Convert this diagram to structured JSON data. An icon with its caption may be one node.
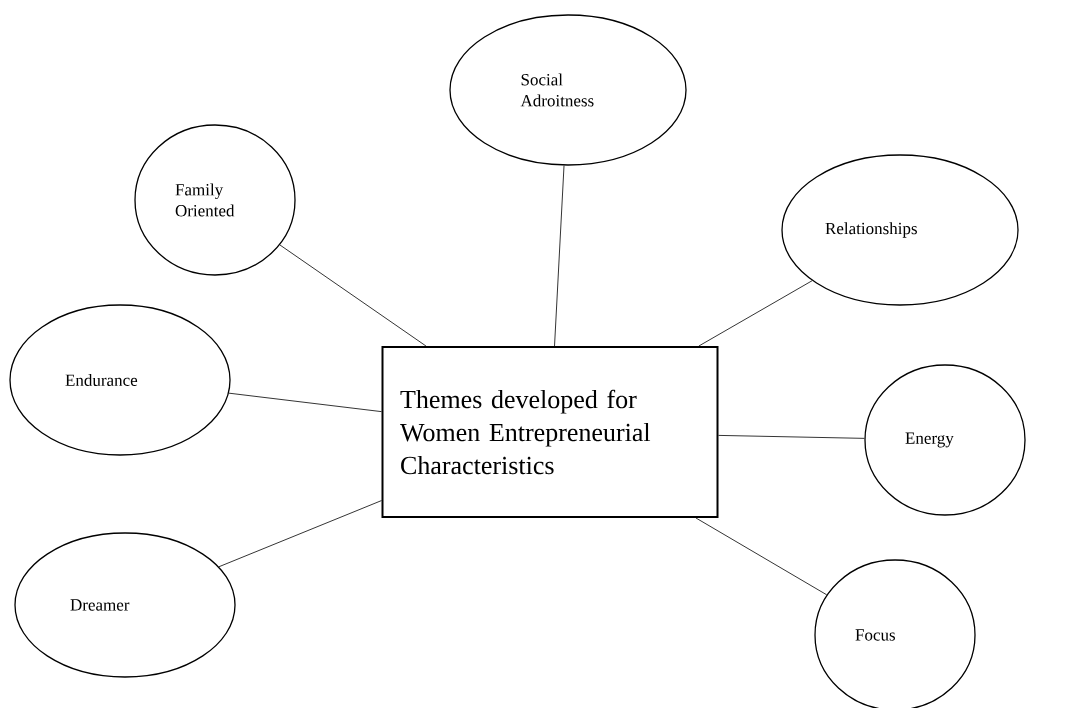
{
  "diagram": {
    "nodes": [
      {
        "text": [
          "Social Adroitness"
        ]
      },
      {
        "text": [
          "Family Oriented"
        ]
      },
      {
        "text": [
          "Relationships"
        ]
      },
      {
        "text": [
          "Endurance"
        ]
      },
      {
        "text": [
          "Themes developed for Women Entrepreneurial Characteristics"
        ]
      },
      {
        "text": [
          "Energy"
        ]
      },
      {
        "text": [
          "Dreamer"
        ]
      },
      {
        "text": [
          "Focus"
        ]
      }
    ],
    "edges": [
      {
        "from": 4,
        "to": 0,
        "arrow": "none"
      },
      {
        "from": 4,
        "to": 1,
        "arrow": "none"
      },
      {
        "from": 4,
        "to": 2,
        "arrow": "none"
      },
      {
        "from": 4,
        "to": 3,
        "arrow": "none"
      },
      {
        "from": 4,
        "to": 5,
        "arrow": "none"
      },
      {
        "from": 4,
        "to": 6,
        "arrow": "none"
      },
      {
        "from": 4,
        "to": 7,
        "arrow": "none"
      }
    ]
  }
}
